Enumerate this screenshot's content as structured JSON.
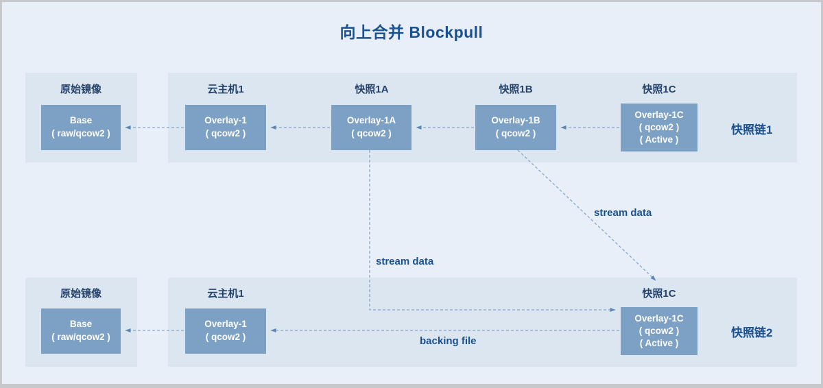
{
  "title": "向上合并 Blockpull",
  "colors": {
    "background": "#e9eff8",
    "panel": "#dce6f1",
    "node_box": "#7da1c4",
    "node_text": "#ffffff",
    "accent_blue": "#1a5190",
    "label_navy": "#25436b",
    "connector": "#85a7cb"
  },
  "top": {
    "base_panel": {
      "label": "原始镜像",
      "box_line1": "Base",
      "box_line2": "( raw/qcow2 )"
    },
    "chain_panel": {
      "nodes": [
        {
          "label": "云主机1",
          "line1": "Overlay-1",
          "line2": "( qcow2 )"
        },
        {
          "label": "快照1A",
          "line1": "Overlay-1A",
          "line2": "( qcow2 )"
        },
        {
          "label": "快照1B",
          "line1": "Overlay-1B",
          "line2": "( qcow2 )"
        },
        {
          "label": "快照1C",
          "line1": "Overlay-1C",
          "line2": "( qcow2 )",
          "line3": "( Active )"
        }
      ]
    },
    "chain_label": "快照链1"
  },
  "bottom": {
    "base_panel": {
      "label": "原始镜像",
      "box_line1": "Base",
      "box_line2": "( raw/qcow2 )"
    },
    "chain_panel": {
      "nodes": [
        {
          "label": "云主机1",
          "line1": "Overlay-1",
          "line2": "( qcow2 )"
        },
        {
          "label": "快照1C",
          "line1": "Overlay-1C",
          "line2": "( qcow2 )",
          "line3": "( Active )"
        }
      ]
    },
    "chain_label": "快照链2"
  },
  "annotations": {
    "stream_left": "stream data",
    "stream_right": "stream data",
    "backing_file": "backing file"
  }
}
